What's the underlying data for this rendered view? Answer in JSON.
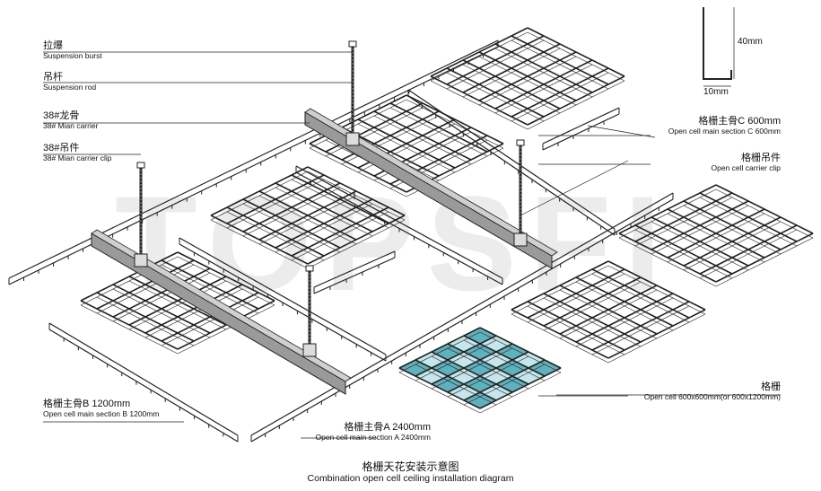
{
  "watermark": "TOPSFI",
  "labels": {
    "suspension_burst": {
      "cn": "拉爆",
      "en": "Suspension burst"
    },
    "suspension_rod": {
      "cn": "吊杆",
      "en": "Suspension rod"
    },
    "main_carrier": {
      "cn": "38#龙骨",
      "en": "38# Mian carrier"
    },
    "carrier_clip": {
      "cn": "38#吊件",
      "en": "38# Mian carrier clip"
    },
    "section_c": {
      "cn": "格栅主骨C 600mm",
      "en": "Open cell main section C 600mm"
    },
    "cell_clip": {
      "cn": "格栅吊件",
      "en": "Open cell carrier clip"
    },
    "open_cell": {
      "cn": "格栅",
      "en": "Open cell 600x600mm(or 600x1200mm)"
    },
    "section_b": {
      "cn": "格栅主骨B 1200mm",
      "en": "Open cell main section B 1200mm"
    },
    "section_a": {
      "cn": "格栅主骨A 2400mm",
      "en": "Open cell main section A 2400mm"
    }
  },
  "dimensions": {
    "height": "40mm",
    "width": "10mm"
  },
  "caption": {
    "cn": "格栅天花安装示意图",
    "en": "Combination open cell ceiling installation diagram"
  },
  "colors": {
    "line": "#222222",
    "glass": "#bfe4ea",
    "glass_dark": "#4fa9b6",
    "carrier": "#9a9a9a"
  }
}
